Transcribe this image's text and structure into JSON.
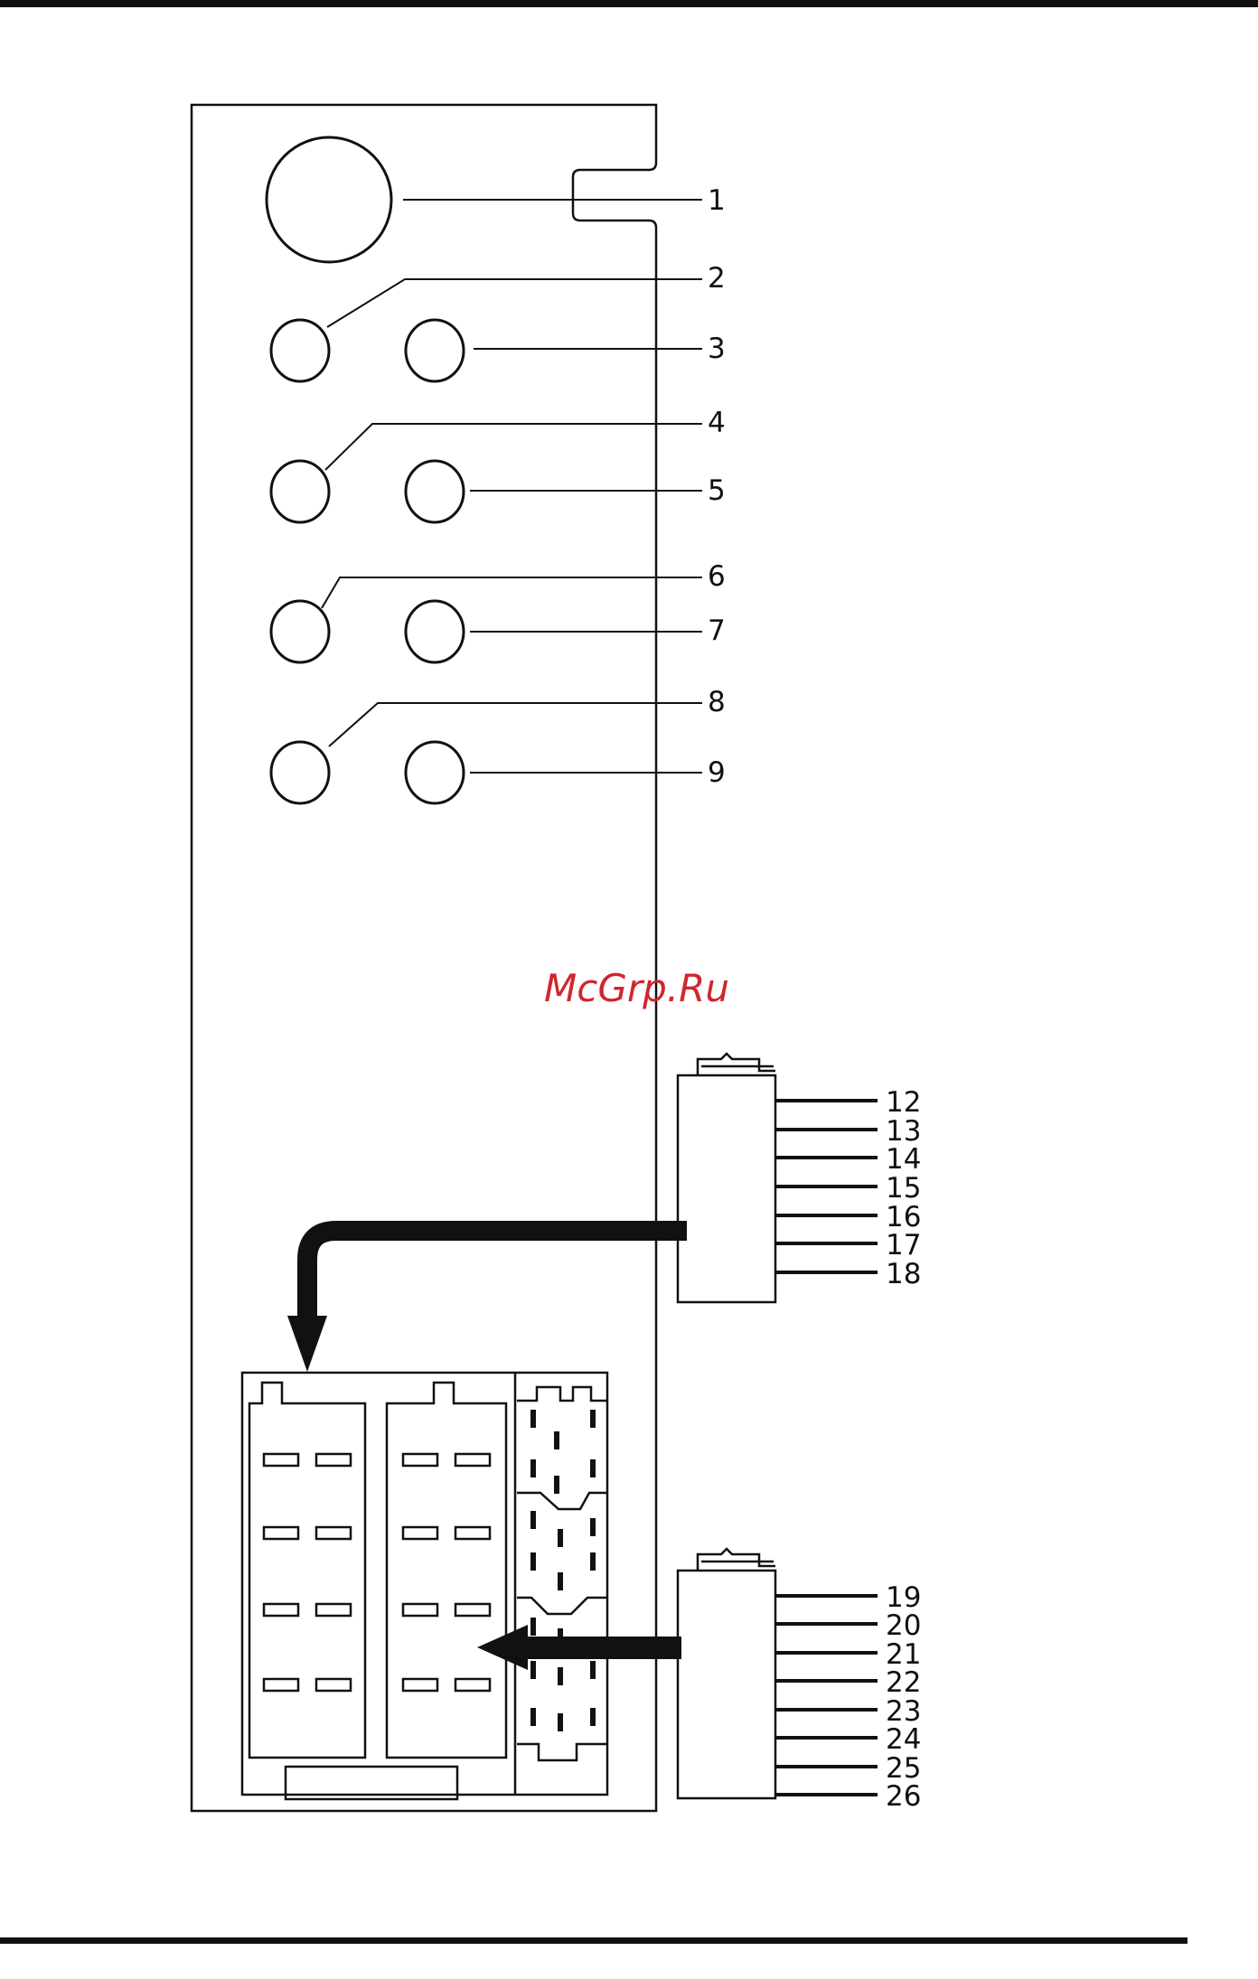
{
  "diagram": {
    "colors": {
      "line": "#111111",
      "watermark": "#d0262e",
      "background": "#ffffff"
    },
    "callouts_top": [
      "1",
      "2",
      "3",
      "4",
      "5",
      "6",
      "7",
      "8",
      "9"
    ],
    "callouts_connector_a": [
      "12",
      "13",
      "14",
      "15",
      "16",
      "17",
      "18"
    ],
    "callouts_connector_b": [
      "19",
      "20",
      "21",
      "22",
      "23",
      "24",
      "25",
      "26"
    ],
    "watermark": "McGrp.Ru"
  }
}
